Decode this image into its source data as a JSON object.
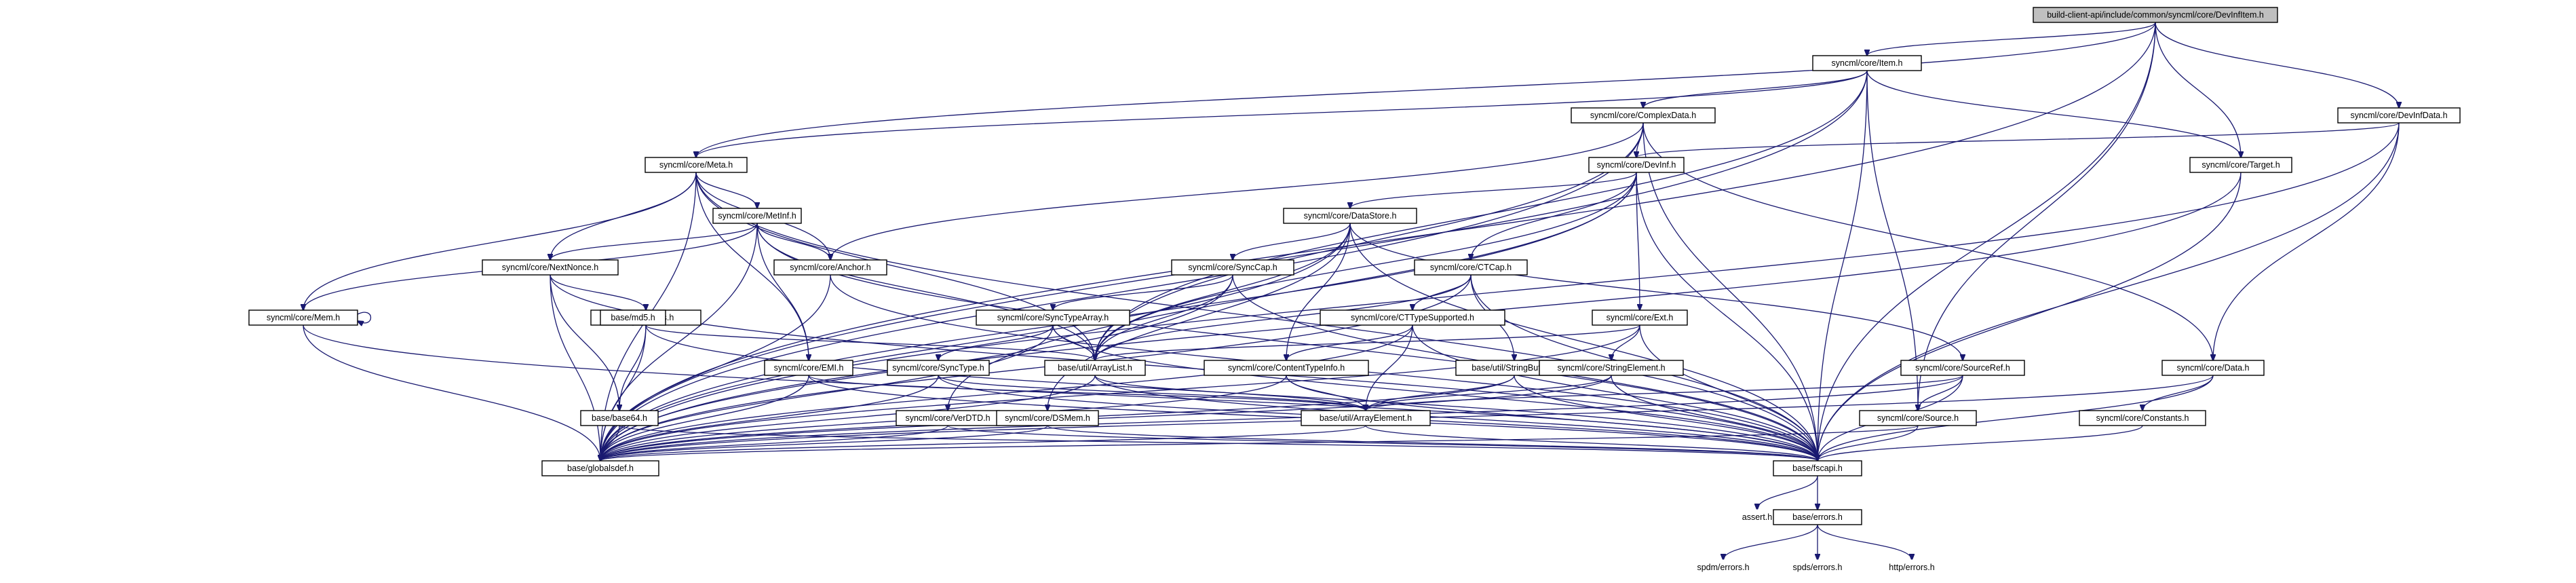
{
  "diagram": {
    "nodes": [
      {
        "id": "root",
        "label": "build-client-api/include/common/syncml/core/DevInfItem.h"
      },
      {
        "id": "item",
        "label": "syncml/core/Item.h"
      },
      {
        "id": "complexdata",
        "label": "syncml/core/ComplexData.h"
      },
      {
        "id": "devinfdata",
        "label": "syncml/core/DevInfData.h"
      },
      {
        "id": "meta",
        "label": "syncml/core/Meta.h"
      },
      {
        "id": "devinf",
        "label": "syncml/core/DevInf.h"
      },
      {
        "id": "target",
        "label": "syncml/core/Target.h"
      },
      {
        "id": "metinf",
        "label": "syncml/core/MetInf.h"
      },
      {
        "id": "datastore",
        "label": "syncml/core/DataStore.h"
      },
      {
        "id": "nextnonce",
        "label": "syncml/core/NextNonce.h"
      },
      {
        "id": "anchor",
        "label": "syncml/core/Anchor.h"
      },
      {
        "id": "synccap",
        "label": "syncml/core/SyncCap.h"
      },
      {
        "id": "ctcap",
        "label": "syncml/core/CTCap.h"
      },
      {
        "id": "mem",
        "label": "syncml/core/Mem.h"
      },
      {
        "id": "utils",
        "label": "base/util/utils.h"
      },
      {
        "id": "synctypearray",
        "label": "syncml/core/SyncTypeArray.h"
      },
      {
        "id": "cttypesupported",
        "label": "syncml/core/CTTypeSupported.h"
      },
      {
        "id": "ext",
        "label": "syncml/core/Ext.h"
      },
      {
        "id": "md5",
        "label": "base/md5.h"
      },
      {
        "id": "arraylist",
        "label": "base/util/ArrayList.h"
      },
      {
        "id": "stringbuffer",
        "label": "base/util/StringBuffer.h"
      },
      {
        "id": "sourceref",
        "label": "syncml/core/SourceRef.h"
      },
      {
        "id": "data",
        "label": "syncml/core/Data.h"
      },
      {
        "id": "emi",
        "label": "syncml/core/EMI.h"
      },
      {
        "id": "contenttypeinfo",
        "label": "syncml/core/ContentTypeInfo.h"
      },
      {
        "id": "stringelement",
        "label": "syncml/core/StringElement.h"
      },
      {
        "id": "base64",
        "label": "base/base64.h"
      },
      {
        "id": "synctype",
        "label": "syncml/core/SyncType.h"
      },
      {
        "id": "arrayelement",
        "label": "base/util/ArrayElement.h"
      },
      {
        "id": "verdtd",
        "label": "syncml/core/VerDTD.h"
      },
      {
        "id": "dsmem",
        "label": "syncml/core/DSMem.h"
      },
      {
        "id": "source",
        "label": "syncml/core/Source.h"
      },
      {
        "id": "constants",
        "label": "syncml/core/Constants.h"
      },
      {
        "id": "globalsdef",
        "label": "base/globalsdef.h"
      },
      {
        "id": "fscapi",
        "label": "base/fscapi.h"
      },
      {
        "id": "assert",
        "label": "assert.h"
      },
      {
        "id": "errors",
        "label": "base/errors.h"
      },
      {
        "id": "spdmerrors",
        "label": "spdm/errors.h"
      },
      {
        "id": "spdserrors",
        "label": "spds/errors.h"
      },
      {
        "id": "httperrors",
        "label": "http/errors.h"
      }
    ],
    "edges": [
      [
        "root",
        "item"
      ],
      [
        "root",
        "devinfdata"
      ],
      [
        "root",
        "meta"
      ],
      [
        "root",
        "target"
      ],
      [
        "root",
        "source"
      ],
      [
        "root",
        "globalsdef"
      ],
      [
        "root",
        "fscapi"
      ],
      [
        "item",
        "complexdata"
      ],
      [
        "item",
        "meta"
      ],
      [
        "item",
        "target"
      ],
      [
        "item",
        "source"
      ],
      [
        "item",
        "arraylist"
      ],
      [
        "item",
        "globalsdef"
      ],
      [
        "item",
        "fscapi"
      ],
      [
        "devinfdata",
        "devinf"
      ],
      [
        "devinfdata",
        "data"
      ],
      [
        "devinfdata",
        "globalsdef"
      ],
      [
        "devinfdata",
        "fscapi"
      ],
      [
        "complexdata",
        "devinf"
      ],
      [
        "complexdata",
        "anchor"
      ],
      [
        "complexdata",
        "data"
      ],
      [
        "complexdata",
        "arraylist"
      ],
      [
        "complexdata",
        "globalsdef"
      ],
      [
        "complexdata",
        "fscapi"
      ],
      [
        "meta",
        "metinf"
      ],
      [
        "meta",
        "nextnonce"
      ],
      [
        "meta",
        "anchor"
      ],
      [
        "meta",
        "mem"
      ],
      [
        "meta",
        "emi"
      ],
      [
        "meta",
        "arraylist"
      ],
      [
        "meta",
        "globalsdef"
      ],
      [
        "meta",
        "fscapi"
      ],
      [
        "devinf",
        "datastore"
      ],
      [
        "devinf",
        "ctcap"
      ],
      [
        "devinf",
        "ext"
      ],
      [
        "devinf",
        "verdtd"
      ],
      [
        "devinf",
        "arraylist"
      ],
      [
        "devinf",
        "globalsdef"
      ],
      [
        "devinf",
        "fscapi"
      ],
      [
        "target",
        "globalsdef"
      ],
      [
        "target",
        "fscapi"
      ],
      [
        "metinf",
        "nextnonce"
      ],
      [
        "metinf",
        "anchor"
      ],
      [
        "metinf",
        "mem"
      ],
      [
        "metinf",
        "emi"
      ],
      [
        "metinf",
        "arraylist"
      ],
      [
        "metinf",
        "globalsdef"
      ],
      [
        "metinf",
        "fscapi"
      ],
      [
        "datastore",
        "synccap"
      ],
      [
        "datastore",
        "sourceref"
      ],
      [
        "datastore",
        "contenttypeinfo"
      ],
      [
        "datastore",
        "dsmem"
      ],
      [
        "datastore",
        "arraylist"
      ],
      [
        "datastore",
        "globalsdef"
      ],
      [
        "datastore",
        "fscapi"
      ],
      [
        "nextnonce",
        "utils"
      ],
      [
        "nextnonce",
        "base64"
      ],
      [
        "nextnonce",
        "globalsdef"
      ],
      [
        "nextnonce",
        "fscapi"
      ],
      [
        "anchor",
        "globalsdef"
      ],
      [
        "anchor",
        "fscapi"
      ],
      [
        "synccap",
        "synctypearray"
      ],
      [
        "synccap",
        "arraylist"
      ],
      [
        "synccap",
        "globalsdef"
      ],
      [
        "synccap",
        "fscapi"
      ],
      [
        "ctcap",
        "cttypesupported"
      ],
      [
        "ctcap",
        "stringbuffer"
      ],
      [
        "ctcap",
        "arraylist"
      ],
      [
        "ctcap",
        "globalsdef"
      ],
      [
        "ctcap",
        "fscapi"
      ],
      [
        "mem",
        "mem"
      ],
      [
        "mem",
        "globalsdef"
      ],
      [
        "mem",
        "fscapi"
      ],
      [
        "utils",
        "md5"
      ],
      [
        "utils",
        "base64"
      ],
      [
        "utils",
        "arraylist"
      ],
      [
        "utils",
        "globalsdef"
      ],
      [
        "utils",
        "fscapi"
      ],
      [
        "synctypearray",
        "synctype"
      ],
      [
        "synctypearray",
        "arraylist"
      ],
      [
        "synctypearray",
        "globalsdef"
      ],
      [
        "synctypearray",
        "fscapi"
      ],
      [
        "cttypesupported",
        "contenttypeinfo"
      ],
      [
        "cttypesupported",
        "arrayelement"
      ],
      [
        "cttypesupported",
        "globalsdef"
      ],
      [
        "cttypesupported",
        "fscapi"
      ],
      [
        "ext",
        "stringelement"
      ],
      [
        "ext",
        "arraylist"
      ],
      [
        "ext",
        "globalsdef"
      ],
      [
        "ext",
        "fscapi"
      ],
      [
        "arraylist",
        "arrayelement"
      ],
      [
        "arraylist",
        "globalsdef"
      ],
      [
        "arraylist",
        "fscapi"
      ],
      [
        "stringbuffer",
        "arrayelement"
      ],
      [
        "stringbuffer",
        "globalsdef"
      ],
      [
        "stringbuffer",
        "fscapi"
      ],
      [
        "sourceref",
        "source"
      ],
      [
        "sourceref",
        "arrayelement"
      ],
      [
        "sourceref",
        "globalsdef"
      ],
      [
        "sourceref",
        "fscapi"
      ],
      [
        "data",
        "constants"
      ],
      [
        "data",
        "globalsdef"
      ],
      [
        "data",
        "fscapi"
      ],
      [
        "emi",
        "arrayelement"
      ],
      [
        "emi",
        "globalsdef"
      ],
      [
        "emi",
        "fscapi"
      ],
      [
        "contenttypeinfo",
        "arrayelement"
      ],
      [
        "contenttypeinfo",
        "globalsdef"
      ],
      [
        "contenttypeinfo",
        "fscapi"
      ],
      [
        "stringelement",
        "arrayelement"
      ],
      [
        "stringelement",
        "globalsdef"
      ],
      [
        "stringelement",
        "fscapi"
      ],
      [
        "base64",
        "globalsdef"
      ],
      [
        "base64",
        "fscapi"
      ],
      [
        "synctype",
        "arrayelement"
      ],
      [
        "synctype",
        "globalsdef"
      ],
      [
        "synctype",
        "fscapi"
      ],
      [
        "arrayelement",
        "globalsdef"
      ],
      [
        "arrayelement",
        "fscapi"
      ],
      [
        "verdtd",
        "globalsdef"
      ],
      [
        "verdtd",
        "fscapi"
      ],
      [
        "dsmem",
        "globalsdef"
      ],
      [
        "dsmem",
        "fscapi"
      ],
      [
        "source",
        "globalsdef"
      ],
      [
        "source",
        "fscapi"
      ],
      [
        "constants",
        "fscapi"
      ],
      [
        "fscapi",
        "assert"
      ],
      [
        "fscapi",
        "errors"
      ],
      [
        "errors",
        "spdmerrors"
      ],
      [
        "errors",
        "spdserrors"
      ],
      [
        "errors",
        "httperrors"
      ]
    ]
  }
}
